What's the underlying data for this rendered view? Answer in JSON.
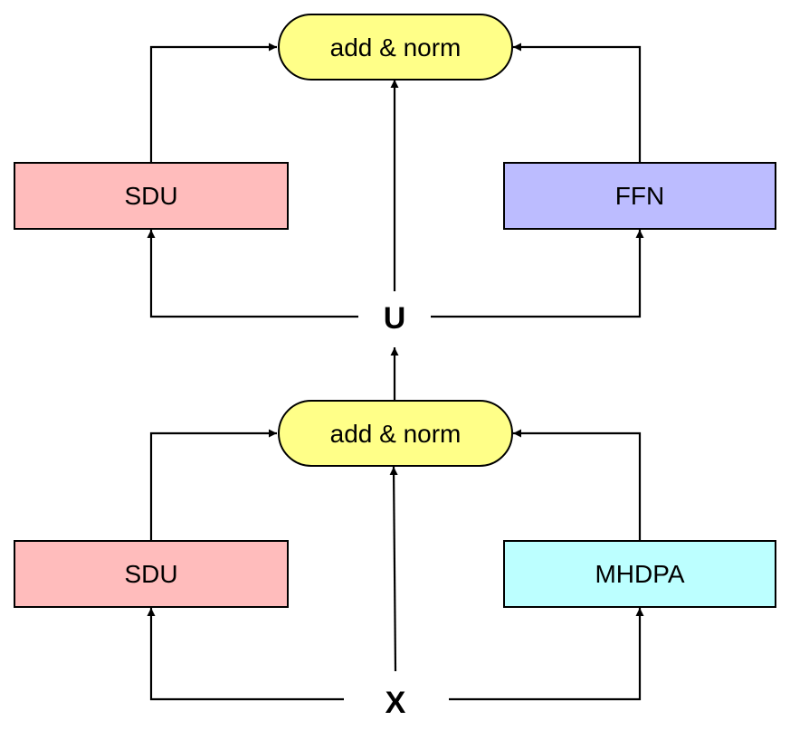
{
  "colors": {
    "add_norm": "#ffff88",
    "sdu": "#ffbcbc",
    "ffn": "#bcbcff",
    "mhdpa": "#bcffff",
    "stroke": "#000000"
  },
  "top_block": {
    "add_norm": "add & norm",
    "left": "SDU",
    "right": "FFN",
    "input": "U"
  },
  "bottom_block": {
    "add_norm": "add & norm",
    "left": "SDU",
    "right": "MHDPA",
    "input": "X"
  }
}
